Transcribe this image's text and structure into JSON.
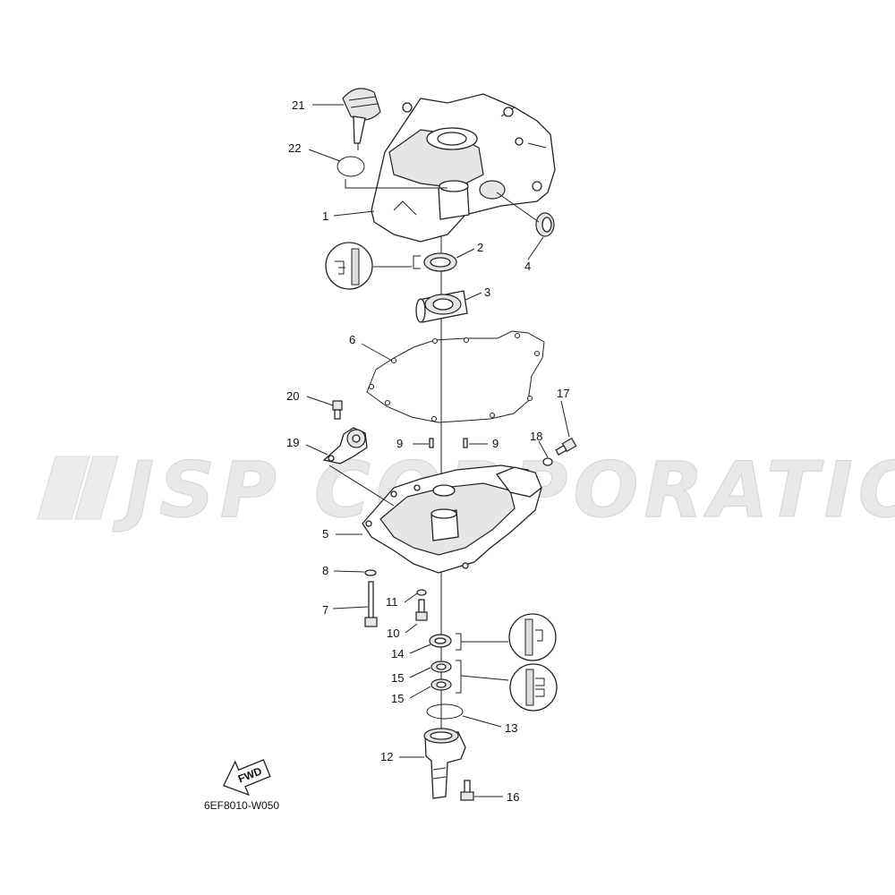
{
  "watermark": {
    "text": "JSP CORPORATION"
  },
  "diagram_code": "6EF8010-W050",
  "fwd_label": "FWD",
  "callouts": {
    "c1": "1",
    "c2": "2",
    "c3": "3",
    "c4": "4",
    "c5": "5",
    "c6": "6",
    "c7": "7",
    "c8": "8",
    "c9a": "9",
    "c9b": "9",
    "c10": "10",
    "c11": "11",
    "c12": "12",
    "c13": "13",
    "c14": "14",
    "c15a": "15",
    "c15b": "15",
    "c16": "16",
    "c17": "17",
    "c18": "18",
    "c19": "19",
    "c20": "20",
    "c21": "21",
    "c22": "22"
  }
}
